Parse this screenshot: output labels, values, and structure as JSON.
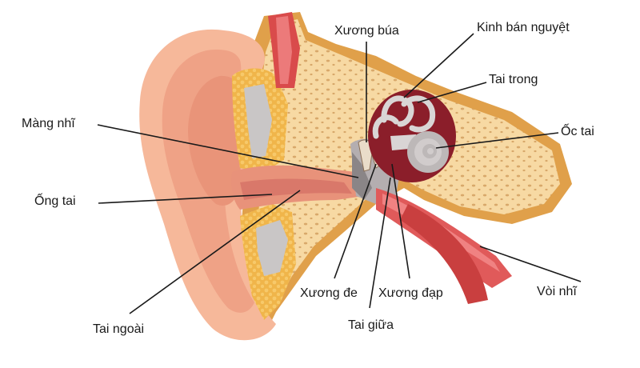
{
  "labels": {
    "xuong_bua": "Xương búa",
    "kinh_ban_nguyet": "Kinh bán nguyệt",
    "tai_trong": "Tai trong",
    "mang_nhi": "Màng nhĩ",
    "oc_tai": "Ốc tai",
    "ong_tai": "Ống tai",
    "tai_ngoai": "Tai ngoài",
    "xuong_de": "Xương đe",
    "xuong_dap": "Xương đạp",
    "voi_nhi": "Vòi nhĩ",
    "tai_giua": "Tai giữa"
  },
  "colors": {
    "skin": "#f6b89a",
    "skin_dark": "#e89278",
    "bone": "#f2c98a",
    "bone_spongy": "#f7d9a3",
    "cartilage": "#e8a83a",
    "canal_red": "#d94b4b",
    "tube_red": "#e05a5a",
    "inner_ear": "#8b1e2a",
    "inner_ear_gray": "#c7c4c4",
    "leader_line": "#1a1a1a"
  }
}
